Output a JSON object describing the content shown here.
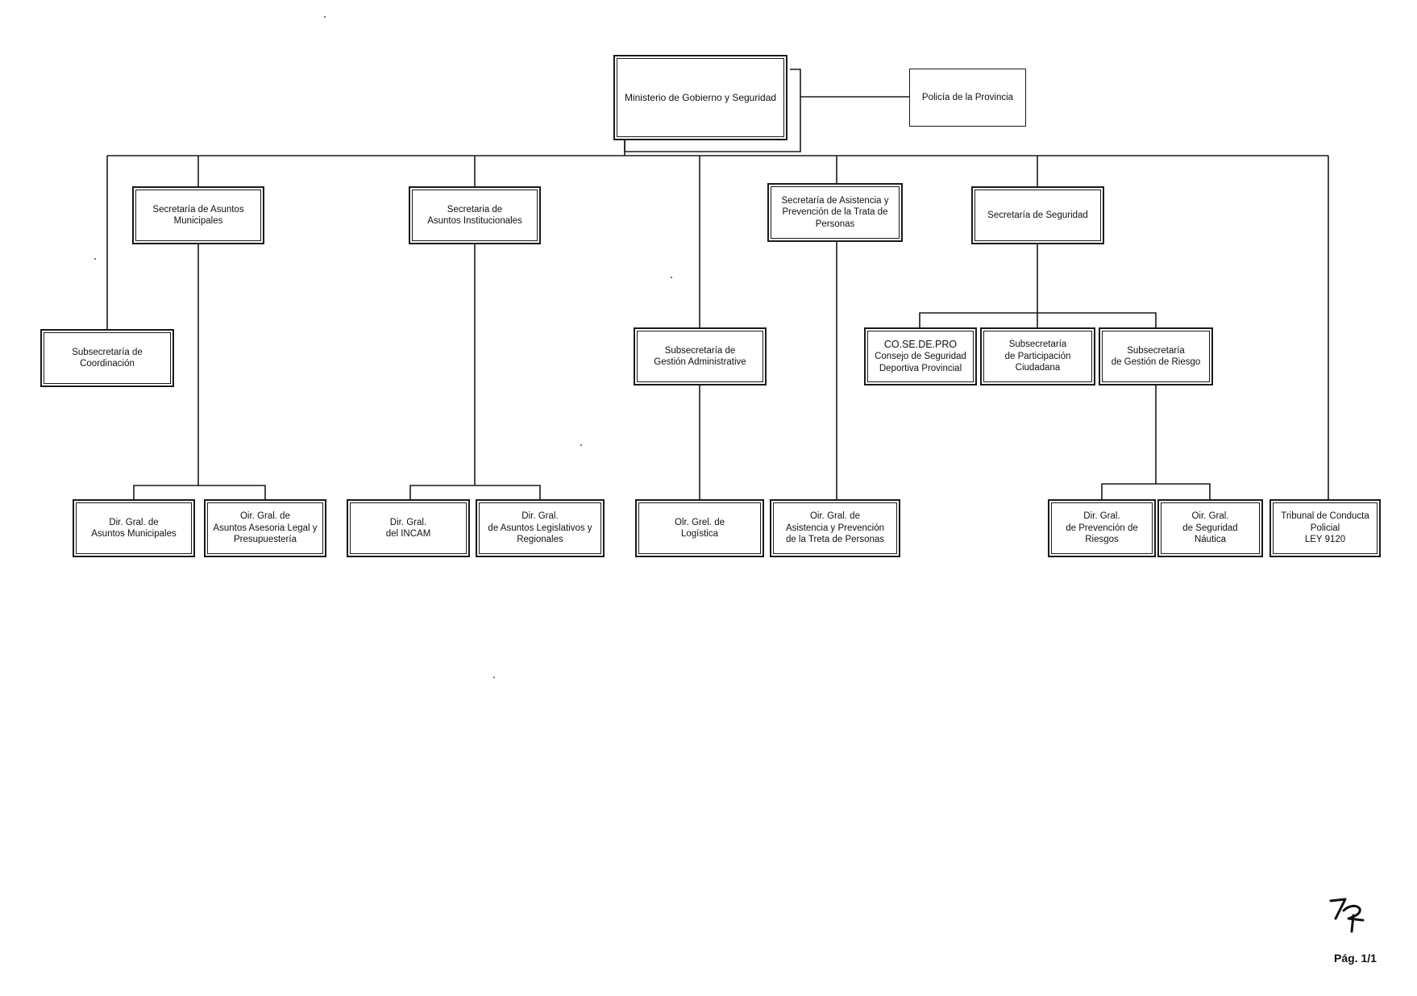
{
  "nodes": {
    "ministerio": "Ministerio de Gobierno y Seguridad",
    "policia": "Policía de la Provincia",
    "sec_municipales": "Secretaría de Asuntos\nMunicipales",
    "sec_institucionales": "Secretaria de\nAsuntos Institucionales",
    "sec_trata": "Secretaría de Asistencia y\nPrevención de la Trata de\nPersonas",
    "sec_seguridad": "Secretaría de Seguridad",
    "sub_coordinacion": "Subsecretaría de\nCoordinación",
    "sub_gestion_admin": "Subsecretaría de\nGestión Administrative",
    "cosedepro_title": "CO.SE.DE.PRO",
    "cosedepro_desc": "Consejo de Seguridad\nDeportiva Provincial",
    "sub_participacion": "Subsecretaría\nde Participación\nCiudadana",
    "sub_riesgo": "Subsecretaría\nde Gestión de Riesgo",
    "dir_municipales": "Dir. Gral. de\nAsuntos Municipales",
    "dir_asesoria": "Oir. Gral. de\nAsuntos Asesoria Legal y\nPresupuestería",
    "dir_incam": "Dir. Gral.\ndel INCAM",
    "dir_legislativos": "Dir. Gral.\nde Asuntos Legislativos y\nRegionales",
    "dir_logistica": "Olr. Grel. de\nLogística",
    "dir_trata": "Oir. Gral. de\nAsistencia y Prevención\nde la Treta de Personas",
    "dir_prevencion": "Dir. Gral.\nde Prevención de\nRiesgos",
    "dir_nautica": "Oir. Gral.\nde Seguridad\nNáutica",
    "tribunal": "Tribunal de Conducta\nPolicial\nLEY 9120"
  },
  "footer": {
    "page": "Pág. 1/1"
  }
}
